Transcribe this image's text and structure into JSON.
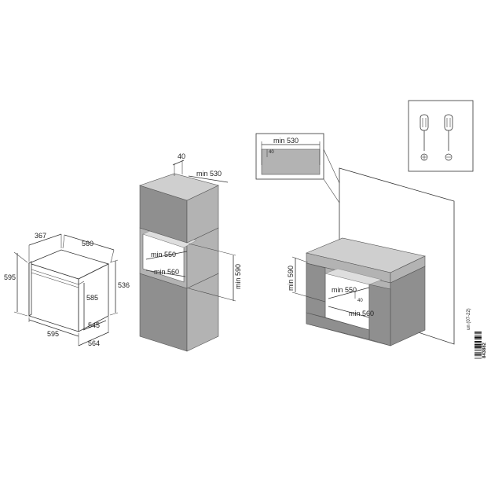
{
  "oven": {
    "labels": {
      "d367": "367",
      "d560": "560",
      "d595_h": "595",
      "d585": "585",
      "d536": "536",
      "d545": "545",
      "d595_w": "595",
      "d564": "564"
    }
  },
  "tall_unit": {
    "labels": {
      "d40": "40",
      "min530": "min 530",
      "min550": "min 550",
      "min560": "min 560",
      "min590": "min 590"
    }
  },
  "detail": {
    "labels": {
      "min530": "min 530",
      "d40": "40"
    }
  },
  "under_counter": {
    "labels": {
      "min590": "min 590",
      "min550": "min 550",
      "d40": "40",
      "min560": "min 560"
    }
  },
  "tools": {
    "icons": [
      "screwdriver-phillips-icon",
      "screwdriver-flat-icon"
    ]
  },
  "footer": {
    "code": "843882",
    "version": "un (07-22)"
  }
}
